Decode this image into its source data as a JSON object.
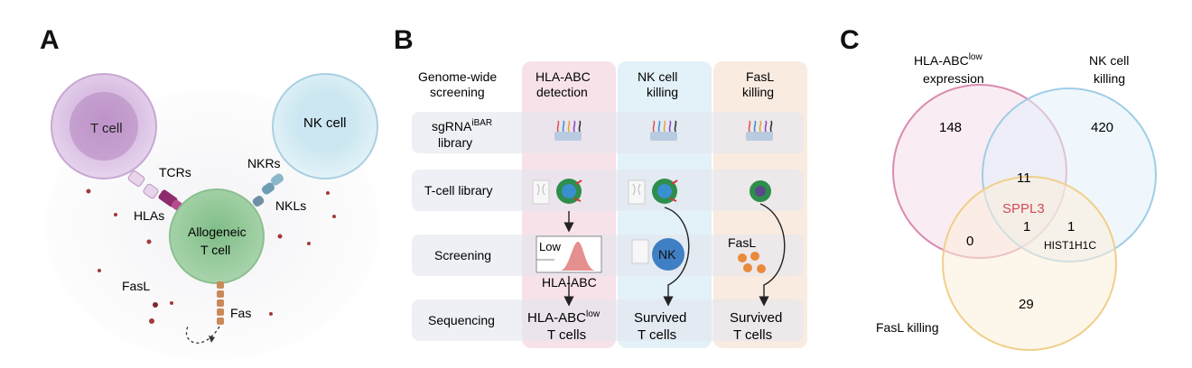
{
  "panels": {
    "a": {
      "letter": "A",
      "t_cell": "T cell",
      "nk_cell": "NK cell",
      "tcrs": "TCRs",
      "hlas": "HLAs",
      "nkrs": "NKRs",
      "nkls": "NKLs",
      "allo_line1": "Allogeneic",
      "allo_line2": "T cell",
      "fasl": "FasL",
      "fas": "Fas"
    },
    "b": {
      "letter": "B",
      "columns": [
        {
          "line1": "Genome-wide",
          "line2": "screening"
        },
        {
          "line1": "HLA-ABC",
          "line2": "detection"
        },
        {
          "line1": "NK cell",
          "line2": "killing"
        },
        {
          "line1": "FasL",
          "line2": "killing"
        }
      ],
      "rows": [
        {
          "line1": "sgRNA",
          "sup": "iBAR",
          "line2": "library"
        },
        {
          "line1": "T-cell library"
        },
        {
          "line1": "Screening"
        },
        {
          "line1": "Sequencing"
        }
      ],
      "low_label": "Low",
      "hla_abc_label": "HLA-ABC",
      "nk_label": "NK",
      "fasl_label": "FasL",
      "seq_hla": {
        "line1": "HLA-ABC",
        "sup": "low",
        "line2": "T cells"
      },
      "seq_nk": {
        "line1": "Survived",
        "line2": "T cells"
      },
      "seq_fasl": {
        "line1": "Survived",
        "line2": "T cells"
      }
    },
    "c": {
      "letter": "C",
      "set_hla": {
        "line1": "HLA-ABC",
        "sup": "low",
        "line2": "expression"
      },
      "set_nk": {
        "line1": "NK cell",
        "line2": "killing"
      },
      "set_fasl": "FasL killing",
      "counts": {
        "hla_only": "148",
        "nk_only": "420",
        "hla_nk": "11",
        "all_three_gene": "SPPL3",
        "all_three": "1",
        "nk_fasl": "1",
        "nk_fasl_gene": "HIST1H1C",
        "hla_fasl": "0",
        "fasl_only": "29"
      },
      "colors": {
        "hla": "#d98bb0",
        "nk": "#9fcde8",
        "fasl": "#f0cf8a",
        "highlight": "#d24a5a"
      }
    }
  }
}
